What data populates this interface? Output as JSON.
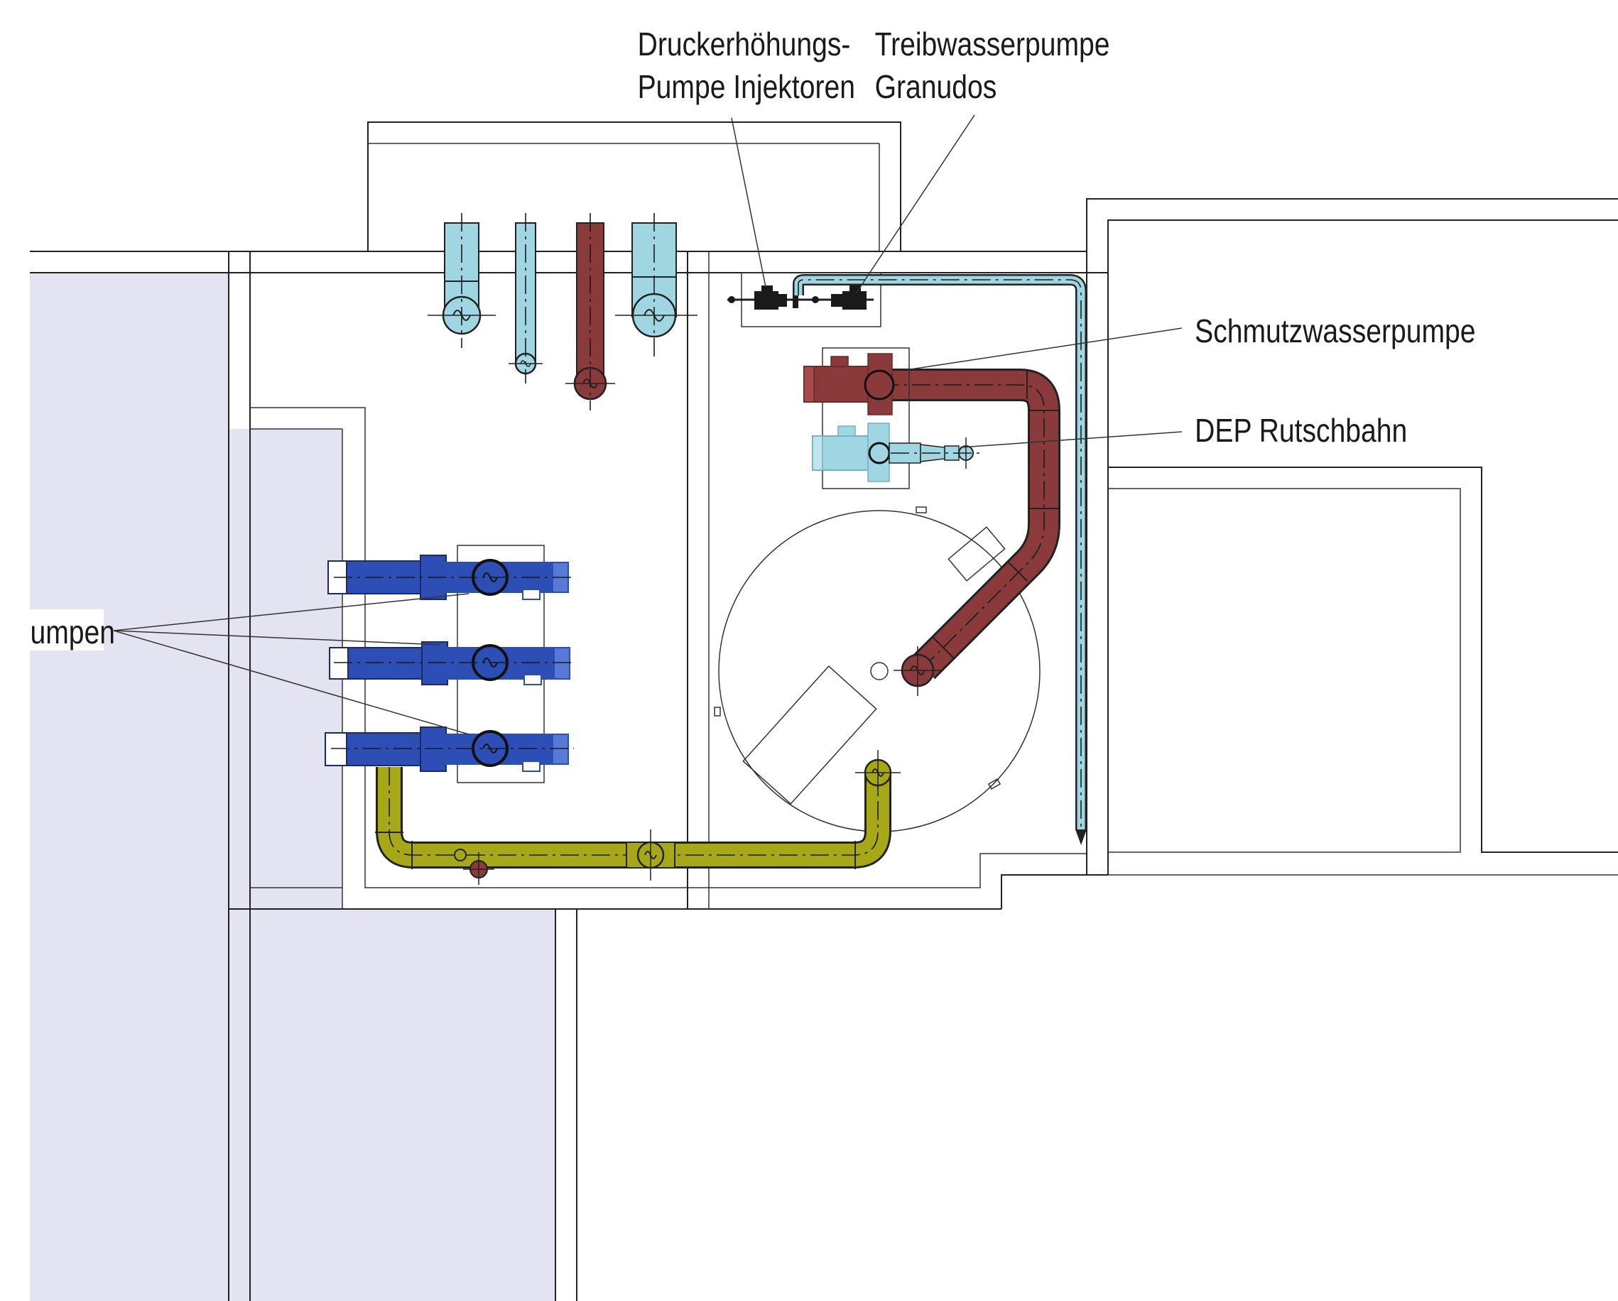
{
  "labels": {
    "pressure_pump_line1": "Druckerhöhungs-",
    "pressure_pump_line2": "Pumpe Injektoren",
    "motive_pump_line1": "Treibwasserpumpe",
    "motive_pump_line2": "Granudos",
    "dirty_water_pump": "Schmutzwasserpumpe",
    "dep_slide": "DEP Rutschbahn",
    "filter_pumps_partial": "umpen"
  },
  "colors": {
    "light_blue_pipe": "#9fd6e2",
    "dark_red_pipe": "#8a3a3a",
    "blue_pump": "#2d4fb5",
    "yellow_pipe": "#a6a818",
    "basin_fill": "#e3e3f1",
    "line": "#222222"
  },
  "icons": {
    "pump_symbol": "circle-with-s-curve",
    "small_pump": "black-inline-pump"
  }
}
